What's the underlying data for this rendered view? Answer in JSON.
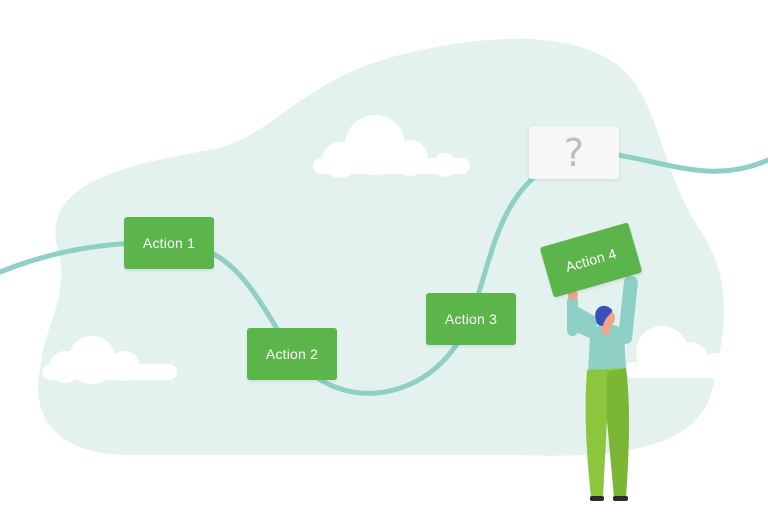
{
  "steps": [
    {
      "label": "Action 1"
    },
    {
      "label": "Action 2"
    },
    {
      "label": "Action 3"
    },
    {
      "label": "Action 4"
    }
  ],
  "unknown_step": {
    "symbol": "?"
  },
  "colors": {
    "box_green": "#5cb54b",
    "path_teal": "#8fcfc4",
    "blob_mint": "#e3f2ef",
    "cloud_white": "#ffffff",
    "question_card": "#f7f7f7",
    "question_mark": "#bdbdbd",
    "shirt_teal": "#8fd0c6",
    "pants_green": "#8cc63f",
    "hair_blue": "#3a4fb8",
    "skin": "#f2a487"
  },
  "illustration": {
    "clouds": [
      "cloud-top",
      "cloud-left",
      "cloud-right"
    ],
    "character": "person-holding-sign"
  }
}
